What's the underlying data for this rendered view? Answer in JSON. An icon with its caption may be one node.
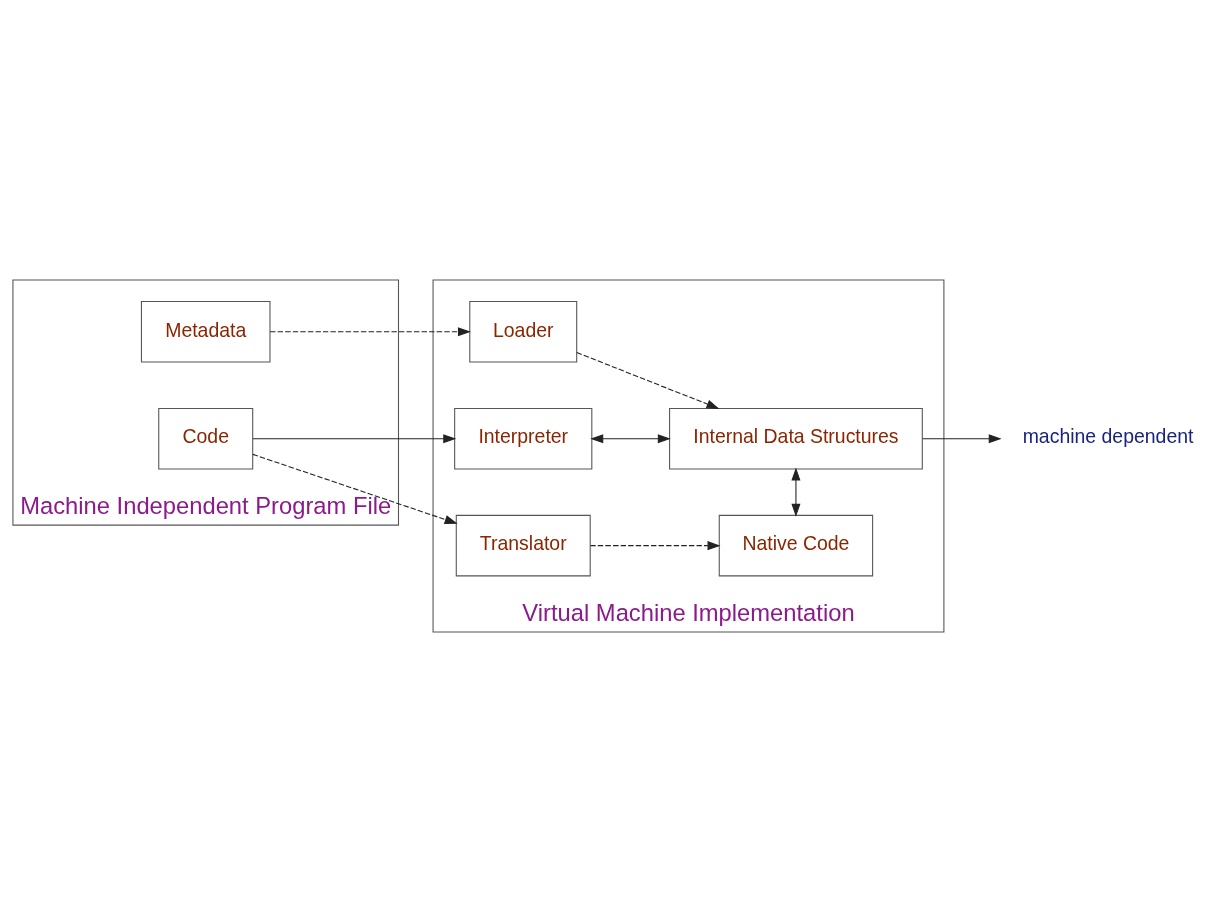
{
  "diagram": {
    "nodes": [
      {
        "text": [
          "Machine Independent Program File"
        ]
      },
      {
        "text": [
          "Metadata"
        ],
        "in": 0
      },
      {
        "text": [
          "Code"
        ],
        "in": 0
      },
      {
        "text": [
          "Virtual Machine Implementation"
        ]
      },
      {
        "text": [
          "Loader"
        ],
        "in": 3
      },
      {
        "text": [
          "Interpreter"
        ],
        "in": 3
      },
      {
        "text": [
          "Internal Data Structures"
        ],
        "in": 3
      },
      {
        "text": [
          "Translator"
        ],
        "in": 3
      },
      {
        "text": [
          "Native Code"
        ],
        "in": 3
      },
      {
        "text": [
          "machine dependent"
        ]
      }
    ],
    "edges": [
      {
        "from": 1,
        "to": 4,
        "arrow": "to",
        "style": "dashed"
      },
      {
        "from": 4,
        "to": 6,
        "arrow": "to",
        "style": "dashed"
      },
      {
        "from": 6,
        "to": 5,
        "arrow": "both"
      },
      {
        "from": 2,
        "to": 5,
        "arrow": "to"
      },
      {
        "from": 2,
        "to": 7,
        "arrow": "to",
        "style": "dashed"
      },
      {
        "from": 7,
        "to": 8,
        "arrow": "to",
        "style": "dashed"
      },
      {
        "from": 6,
        "to": 8,
        "arrow": "both"
      },
      {
        "from": 6,
        "to": 9,
        "arrow": "to"
      }
    ]
  }
}
